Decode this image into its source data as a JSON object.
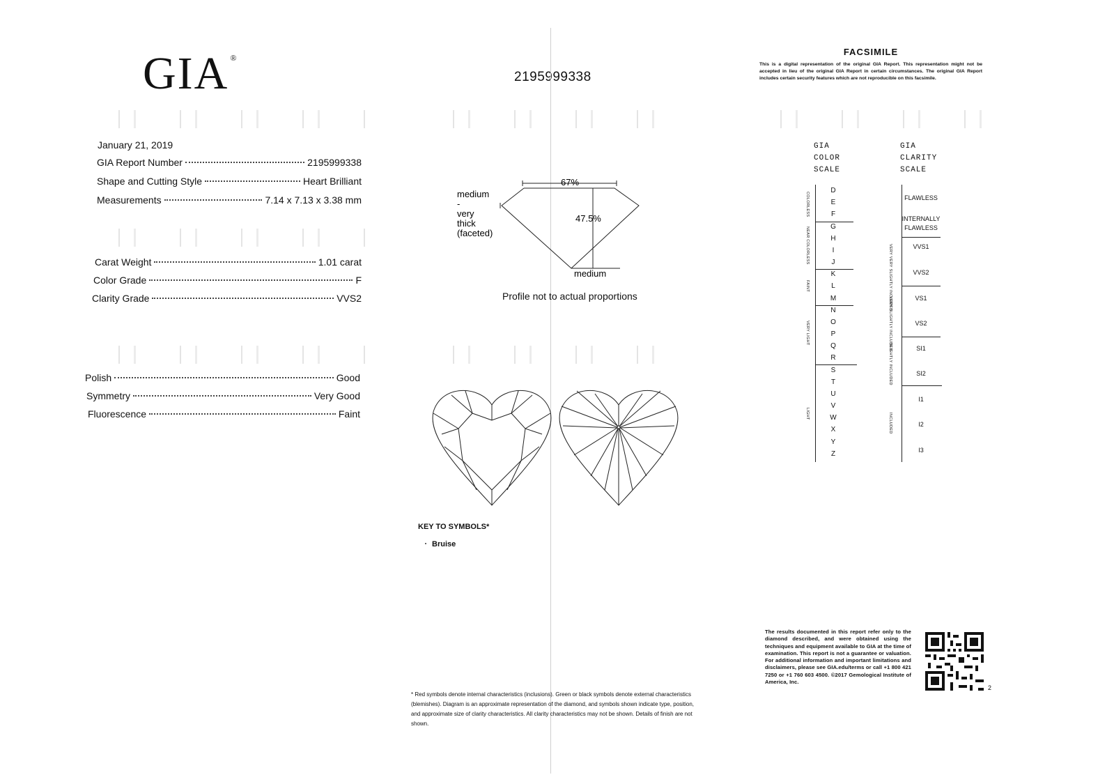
{
  "header": {
    "logo": "GIA",
    "logo_mark": "®",
    "report_number_top": "2195999338",
    "facsimile_title": "FACSIMILE",
    "facsimile_text": "This is a digital representation of the original GIA Report. This representation might not be accepted in lieu of the original GIA Report in certain circumstances. The original GIA Report includes certain security features which are not reproducible on this facsimile."
  },
  "report": {
    "date": "January 21, 2019",
    "rows": [
      {
        "label": "GIA Report Number",
        "value": "2195999338"
      },
      {
        "label": "Shape and Cutting Style",
        "value": "Heart Brilliant"
      },
      {
        "label": "Measurements",
        "value": "7.14 x 7.13 x 3.38 mm"
      }
    ],
    "grades": [
      {
        "label": "Carat Weight",
        "value": "1.01 carat"
      },
      {
        "label": "Color Grade",
        "value": "F"
      },
      {
        "label": "Clarity Grade",
        "value": "VVS2"
      }
    ],
    "finish": [
      {
        "label": "Polish",
        "value": "Good"
      },
      {
        "label": "Symmetry",
        "value": "Very Good"
      },
      {
        "label": "Fluorescence",
        "value": "Faint"
      }
    ]
  },
  "profile": {
    "table_pct": "67%",
    "depth_pct": "47.5%",
    "girdle_1": "medium",
    "girdle_2": "-",
    "girdle_3": "very",
    "girdle_4": "thick",
    "girdle_5": "(faceted)",
    "culet": "medium",
    "note": "Profile not to actual proportions"
  },
  "key": {
    "title": "KEY TO SYMBOLS*",
    "items": [
      "Bruise"
    ]
  },
  "footnote": "* Red symbols denote internal characteristics (inclusions). Green or black symbols denote external characteristics (blemishes). Diagram is an approximate representation of the diamond, and symbols shown indicate type, position, and approximate size of clarity characteristics. All clarity characteristics may not be shown. Details of finish are not shown.",
  "color_scale": {
    "heading": [
      "GIA",
      "COLOR",
      "SCALE"
    ],
    "letters": [
      "D",
      "E",
      "F",
      "G",
      "H",
      "I",
      "J",
      "K",
      "L",
      "M",
      "N",
      "O",
      "P",
      "Q",
      "R",
      "S",
      "T",
      "U",
      "V",
      "W",
      "X",
      "Y",
      "Z"
    ],
    "groups": [
      "COLORLESS",
      "NEAR COLORLESS",
      "FAINT",
      "VERY LIGHT",
      "LIGHT"
    ]
  },
  "clarity_scale": {
    "heading": [
      "GIA",
      "CLARITY",
      "SCALE"
    ],
    "grades": [
      "FLAWLESS",
      "INTERNALLY FLAWLESS",
      "VVS1",
      "VVS2",
      "VS1",
      "VS2",
      "SI1",
      "SI2",
      "I1",
      "I2",
      "I3"
    ],
    "groups": [
      "VERY VERY SLIGHTLY INCLUDED",
      "VERY SLIGHTLY INCLUDED",
      "SLIGHTLY INCLUDED",
      "INCLUDED"
    ]
  },
  "results_text": "The results documented in this report refer only to the diamond described, and were obtained using the techniques and equipment available to GIA at the time of examination. This report is not a guarantee or valuation. For additional information and important limitations and disclaimers, please see GIA.edu/terms or call +1 800 421 7250 or +1 760 603 4500. ©2017 Gemological Institute of America, Inc.",
  "page_number": "2"
}
